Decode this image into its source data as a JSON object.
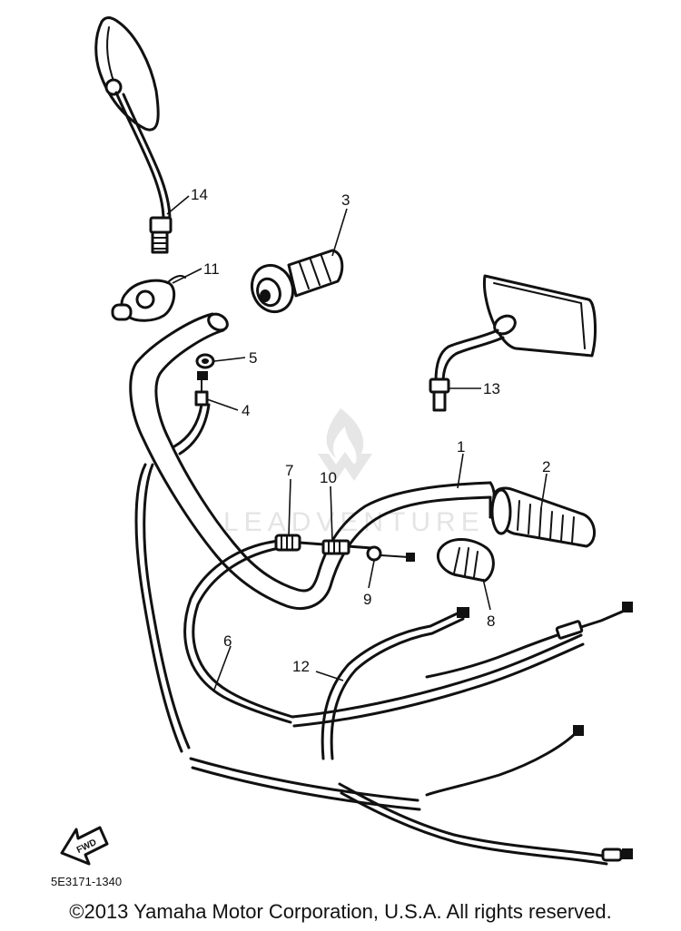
{
  "watermark": "LEADVENTURE",
  "callouts": [
    "1",
    "2",
    "3",
    "4",
    "5",
    "6",
    "7",
    "8",
    "9",
    "10",
    "11",
    "12",
    "13",
    "14"
  ],
  "fwd_label": "FWD",
  "diagram_code": "5E3171-1340",
  "copyright": "©2013 Yamaha Motor Corporation, U.S.A. All rights reserved."
}
